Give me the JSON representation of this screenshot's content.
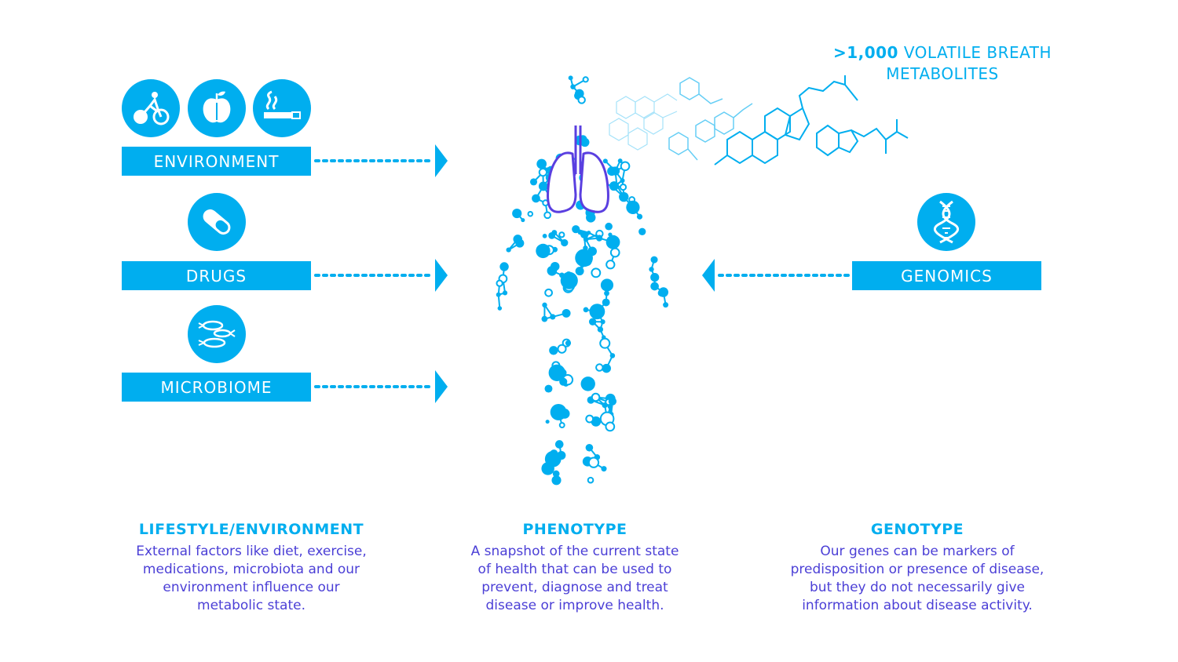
{
  "colors": {
    "accent": "#00aeef",
    "body_text": "#4b3fd6",
    "lungs": "#5a3fe0"
  },
  "inputs": {
    "environment": {
      "label": "ENVIRONMENT",
      "icons": [
        "bicycle-icon",
        "apple-icon",
        "cigarette-icon"
      ]
    },
    "drugs": {
      "label": "DRUGS",
      "icons": [
        "pill-icon"
      ]
    },
    "microbiome": {
      "label": "MICROBIOME",
      "icons": [
        "bacteria-icon"
      ]
    },
    "genomics": {
      "label": "GENOMICS",
      "icons": [
        "dna-icon"
      ]
    }
  },
  "breath": {
    "count": ">1,000",
    "rest": " VOLATILE BREATH METABOLITES"
  },
  "columns": [
    {
      "title": "LIFESTYLE/ENVIRONMENT",
      "lines": [
        "External factors like diet, exercise,",
        "medications, microbiota and our",
        "environment influence our",
        "metabolic state."
      ]
    },
    {
      "title": "PHENOTYPE",
      "lines": [
        "A snapshot of the current state",
        "of health that can be used to",
        "prevent, diagnose and treat",
        "disease or improve health."
      ]
    },
    {
      "title": "GENOTYPE",
      "lines": [
        "Our genes can be markers of",
        "predisposition or presence of disease,",
        "but they do not necessarily give",
        "information about disease activity."
      ]
    }
  ]
}
